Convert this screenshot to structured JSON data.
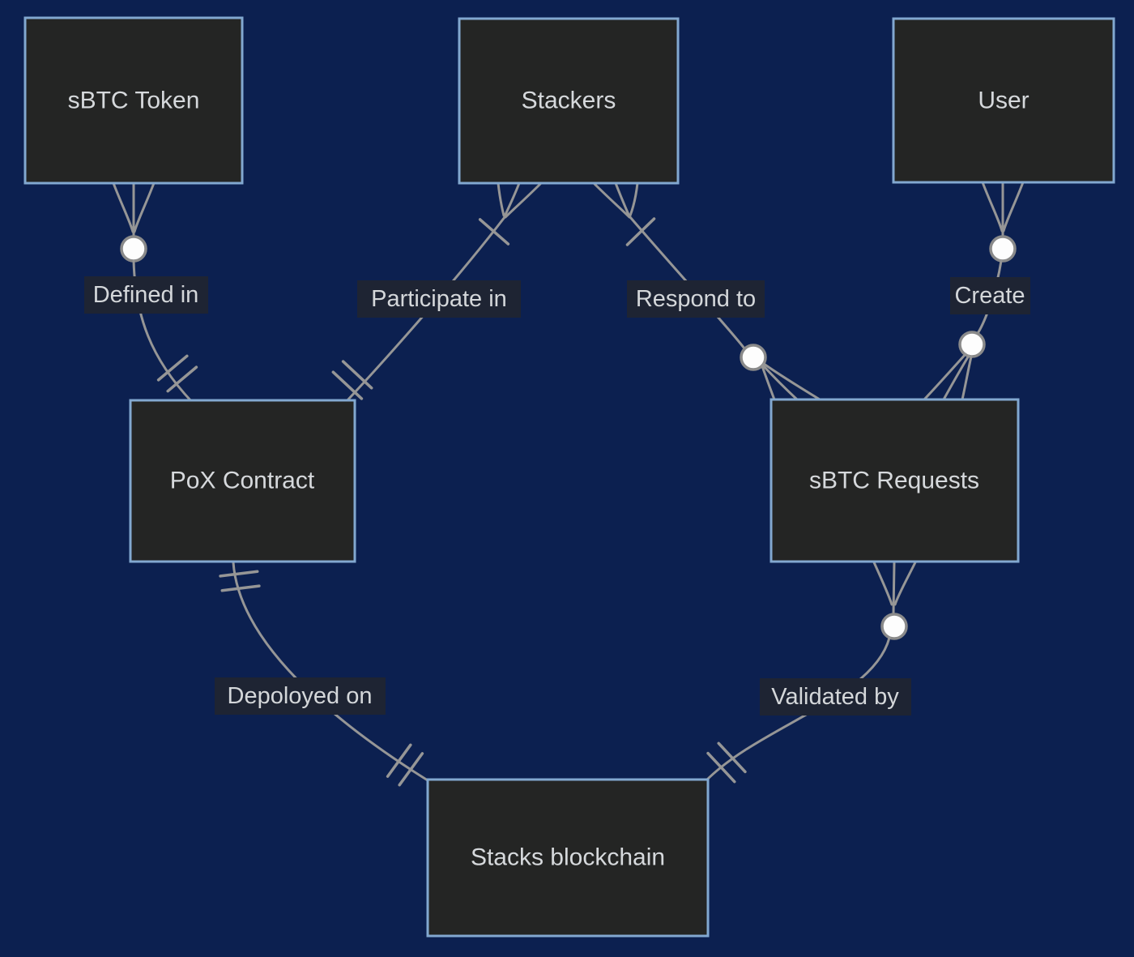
{
  "diagram": {
    "type": "entity-relationship-diagram",
    "notation": "crows-foot",
    "entities": [
      {
        "id": "sbtc-token",
        "label": "sBTC Token"
      },
      {
        "id": "stackers",
        "label": "Stackers"
      },
      {
        "id": "user",
        "label": "User"
      },
      {
        "id": "pox-contract",
        "label": "PoX Contract"
      },
      {
        "id": "sbtc-requests",
        "label": "sBTC Requests"
      },
      {
        "id": "stacks-blockchain",
        "label": "Stacks blockchain"
      }
    ],
    "relationships": [
      {
        "from": "sBTC Token",
        "to": "PoX Contract",
        "label": "Defined in",
        "from_cardinality": "zero-or-many",
        "to_cardinality": "exactly-one"
      },
      {
        "from": "Stackers",
        "to": "PoX Contract",
        "label": "Participate in",
        "from_cardinality": "one-or-many",
        "to_cardinality": "exactly-one"
      },
      {
        "from": "Stackers",
        "to": "sBTC Requests",
        "label": "Respond to",
        "from_cardinality": "one-or-many",
        "to_cardinality": "zero-or-many"
      },
      {
        "from": "User",
        "to": "sBTC Requests",
        "label": "Create",
        "from_cardinality": "zero-or-many",
        "to_cardinality": "zero-or-many"
      },
      {
        "from": "PoX Contract",
        "to": "Stacks blockchain",
        "label": "Depoloyed on",
        "from_cardinality": "exactly-one",
        "to_cardinality": "exactly-one"
      },
      {
        "from": "sBTC Requests",
        "to": "Stacks blockchain",
        "label": "Validated by",
        "from_cardinality": "zero-or-many",
        "to_cardinality": "exactly-one"
      }
    ],
    "colors": {
      "background": "#0c2050",
      "entity_fill": "#242524",
      "entity_border": "#82a8d0",
      "entity_text": "#d6d9dc",
      "line_color": "#969696",
      "label_bg": "#1e2433",
      "label_text": "#d4d7da",
      "marker_circle_fill": "#fdfdfd",
      "marker_circle_stroke": "#8a8a8a"
    }
  }
}
